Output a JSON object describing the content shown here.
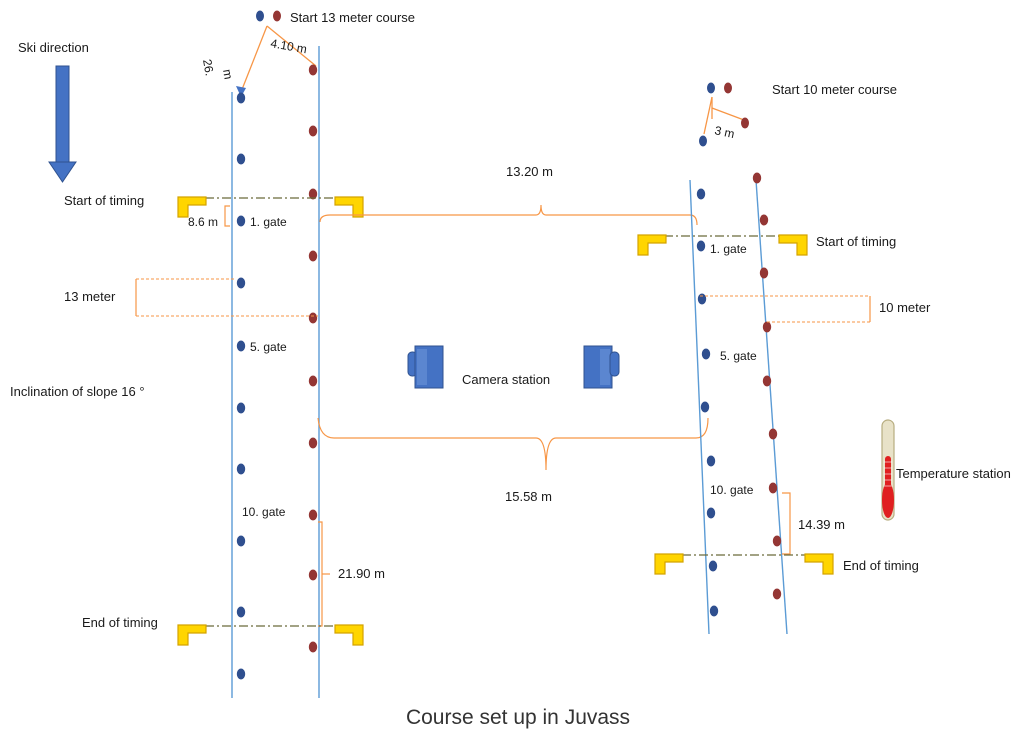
{
  "colors": {
    "pole_line": "#5b9bd5",
    "blue_gate": "#2f4f8f",
    "red_gate": "#943634",
    "marker": "#ffd500",
    "marker_edge": "#d4a300",
    "measure": "#f79646",
    "timing_line": "#6b6b3a",
    "arrow": "#4472c4",
    "camera": "#4472c4"
  },
  "caption": "Course set up in Juvass",
  "ski_direction": "Ski direction",
  "inclination": "Inclination of slope 16 °",
  "camera_station": "Camera station",
  "temperature_station": "Temperature station",
  "course13": {
    "start_label": "Start 13 meter course",
    "start_width": "4.10 m",
    "start_len_a": "26.",
    "start_len_b": "m",
    "start_timing": "Start of timing",
    "end_timing": "End of timing",
    "gate1": "1. gate",
    "gate5": "5. gate",
    "gate10": "10. gate",
    "offset": "8.6 m",
    "gate_spacing": "13 meter",
    "end_distance": "21.90 m"
  },
  "course10": {
    "start_label": "Start 10 meter course",
    "start_width": "3 m",
    "start_timing": "Start of timing",
    "end_timing": "End of timing",
    "gate1": "1. gate",
    "gate5": "5. gate",
    "gate10": "10. gate",
    "gate_spacing": "10 meter",
    "end_distance": "14.39 m"
  },
  "distance_top": "13.20 m",
  "distance_bottom": "15.58 m"
}
